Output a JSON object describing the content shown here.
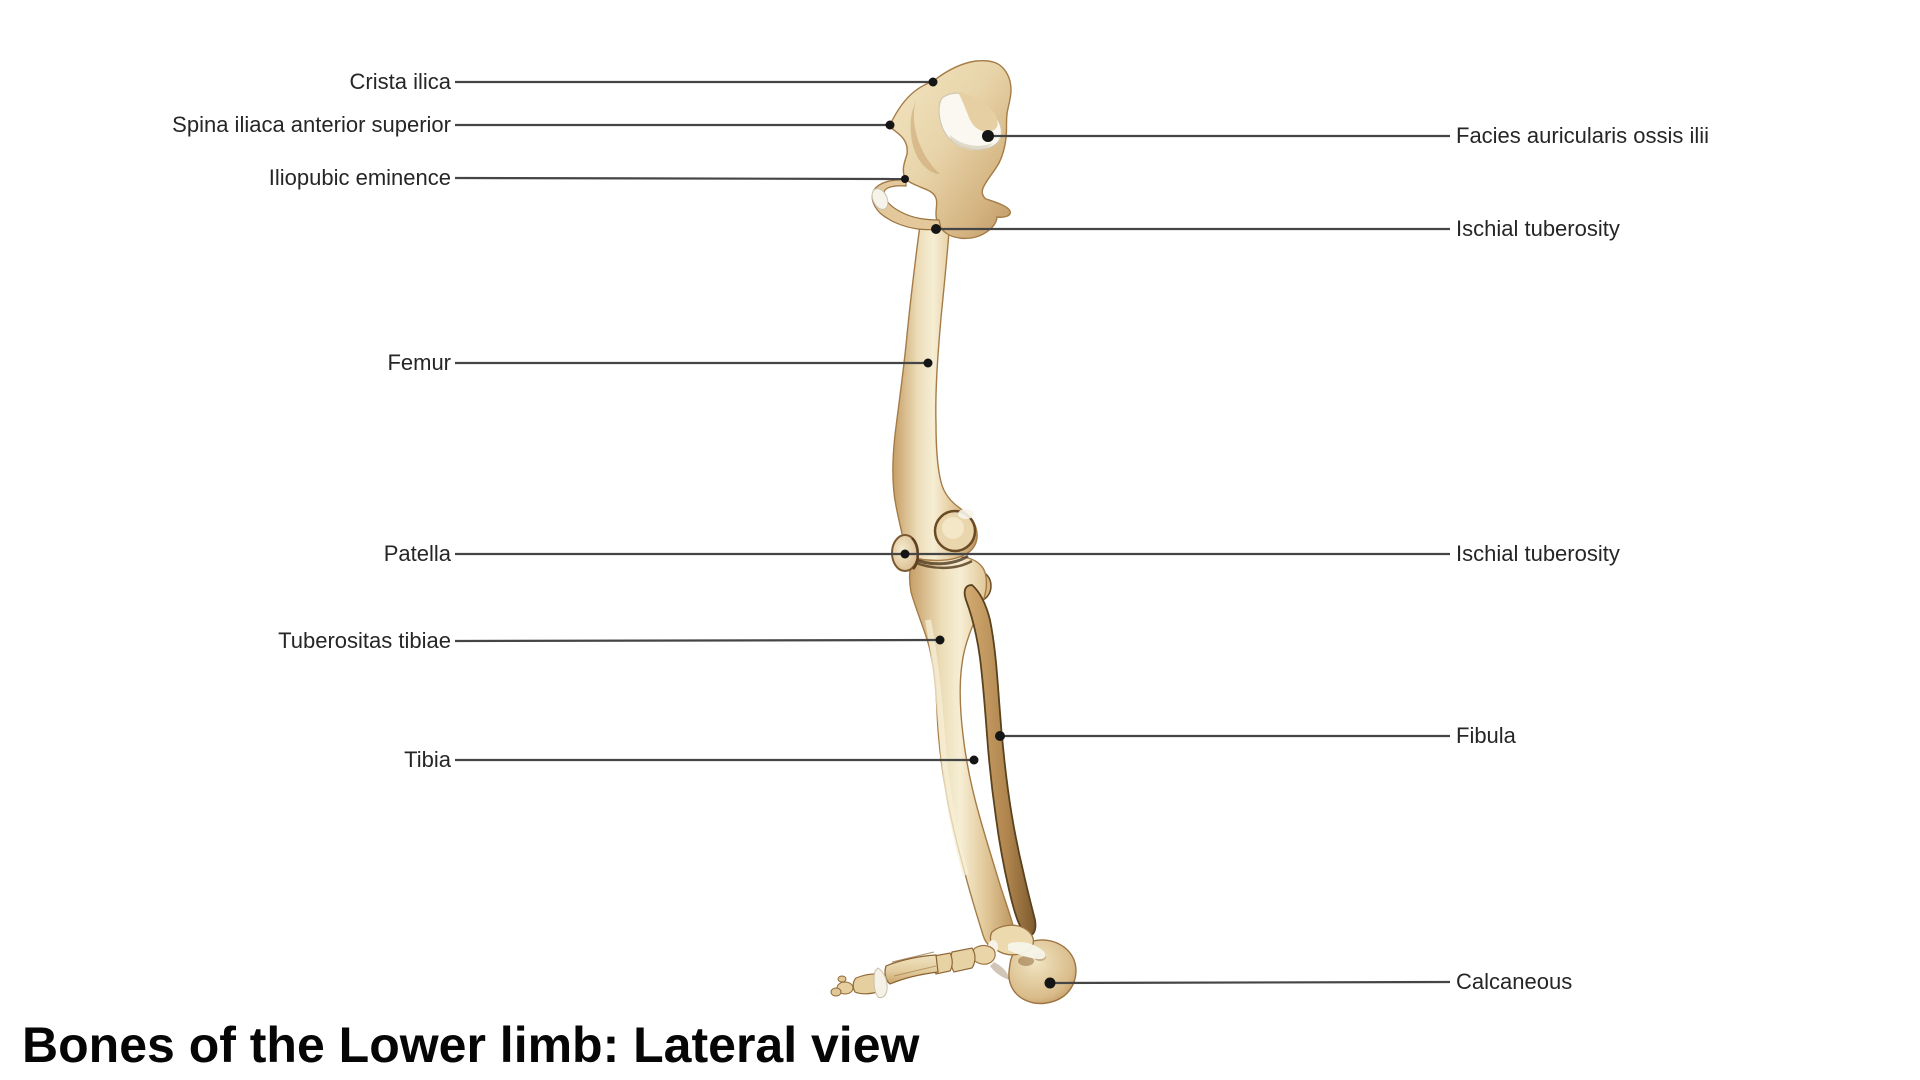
{
  "figure": {
    "title": "Bones of the Lower limb: Lateral view",
    "labels_left": [
      {
        "text": "Crista ilica"
      },
      {
        "text": "Spina iliaca anterior superior"
      },
      {
        "text": "Iliopubic eminence"
      },
      {
        "text": "Femur"
      },
      {
        "text": "Patella"
      },
      {
        "text": "Tuberositas tibiae"
      },
      {
        "text": "Tibia"
      }
    ],
    "labels_right": [
      {
        "text": "Facies auricularis ossis ilii"
      },
      {
        "text": "Ischial tuberosity"
      },
      {
        "text": "Ischial tuberosity"
      },
      {
        "text": "Fibula"
      },
      {
        "text": "Calcaneous"
      }
    ],
    "colors": {
      "bone_base": "#e8d5ab",
      "bone_shadow": "#bb945e",
      "bone_edge": "#a57c47",
      "cartilage_white": "#f7f4ea",
      "leader_line": "#454545",
      "leader_dot": "#151515",
      "label_text": "#262626",
      "title_text": "#060606",
      "background": "#ffffff"
    }
  }
}
